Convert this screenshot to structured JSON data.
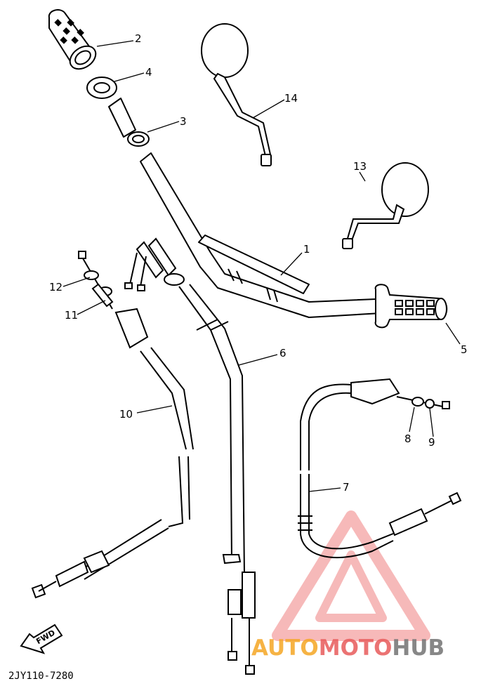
{
  "diagram": {
    "part_code": "2JY110-7280",
    "fwd_label": "FWD",
    "callouts": [
      "1",
      "2",
      "3",
      "4",
      "5",
      "6",
      "7",
      "8",
      "9",
      "10",
      "11",
      "12",
      "13",
      "14"
    ]
  },
  "watermark": {
    "part1": "AUTO",
    "part2": "MOTO",
    "part3": "HUB",
    "colors": {
      "auto": "#f5a623",
      "moto": "#e85a5a",
      "hub": "#7a7a7a",
      "triangle": "#f08080"
    }
  }
}
